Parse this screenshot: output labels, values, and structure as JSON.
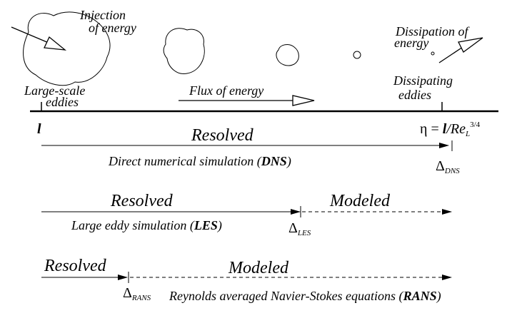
{
  "labels": {
    "injection": [
      "Injection",
      "of energy"
    ],
    "dissipation": [
      "Dissipation of",
      "energy"
    ],
    "large_scale": [
      "Large-scale",
      "eddies"
    ],
    "dissipating": [
      "Dissipating",
      "eddies"
    ],
    "flux": "Flux of energy",
    "l_symbol": "l",
    "eta": {
      "eta": "η",
      "eq": " = ",
      "l": "l",
      "slash": "/",
      "re": "Re",
      "sub": "L",
      "sup": "3/4"
    }
  },
  "dns": {
    "resolved": "Resolved",
    "desc_pre": "Direct numerical simulation (",
    "desc_bold": "DNS",
    "desc_post": ")",
    "delta": "Δ",
    "delta_sub": "DNS"
  },
  "les": {
    "resolved": "Resolved",
    "modeled": "Modeled",
    "desc_pre": "Large eddy simulation (",
    "desc_bold": "LES",
    "desc_post": ")",
    "delta": "Δ",
    "delta_sub": "LES"
  },
  "rans": {
    "resolved": "Resolved",
    "modeled": "Modeled",
    "desc_pre": "Reynolds averaged Navier-Stokes equations (",
    "desc_bold": "RANS",
    "desc_post": ")",
    "delta": "Δ",
    "delta_sub": "RANS"
  }
}
